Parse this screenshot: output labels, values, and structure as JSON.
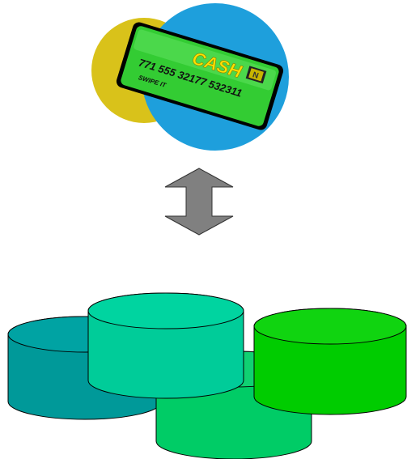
{
  "card": {
    "brand_text": "CASH",
    "number_text": "771 555 32177 532311",
    "swipe_text": "SWIPE IT",
    "chip_text": "N",
    "colors": {
      "left_circle": "#D9C21A",
      "right_circle": "#1E9FDC",
      "card_face": "#33CC33",
      "card_border": "#000000",
      "brand_text": "#FFE000",
      "chip": "#C8B400"
    }
  },
  "arrow": {
    "direction": "bidirectional-vertical",
    "icon": "double-arrow-icon",
    "color": "#808080"
  },
  "databases": {
    "icon": "database-cylinder-icon",
    "items": [
      {
        "name": "database-teal",
        "color": "#009999"
      },
      {
        "name": "database-green-bottom",
        "color": "#00CC66"
      },
      {
        "name": "database-aqua",
        "color": "#00CC99"
      },
      {
        "name": "database-lime",
        "color": "#00CC00"
      }
    ]
  }
}
